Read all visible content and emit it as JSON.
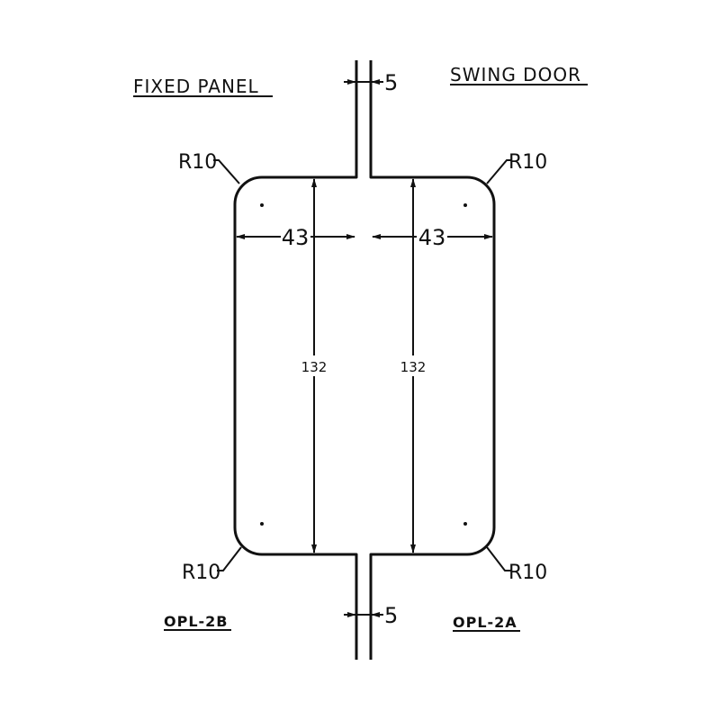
{
  "labels": {
    "fixed_panel": "FIXED PANEL",
    "swing_door": "SWING DOOR",
    "left_code": "OPL-2B",
    "right_code": "OPL-2A"
  },
  "dimensions": {
    "gap_top": "5",
    "gap_bottom": "5",
    "left_width": "43",
    "right_width": "43",
    "left_height": "132",
    "right_height": "132",
    "radius_top_left": "R10",
    "radius_top_right": "R10",
    "radius_bottom_left": "R10",
    "radius_bottom_right": "R10"
  },
  "colors": {
    "line": "#111111",
    "background": "#ffffff"
  }
}
